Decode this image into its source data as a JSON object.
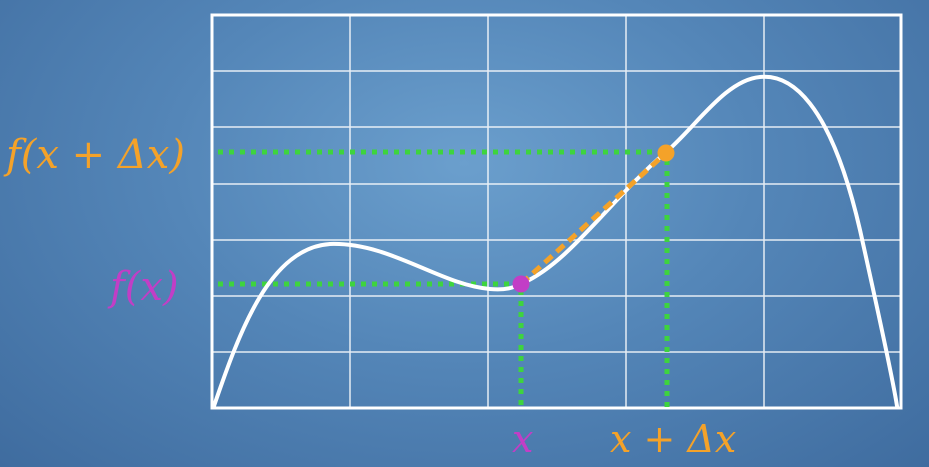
{
  "labels": {
    "f_x": "f(x)",
    "f_x_plus_dx": "f(x + Δx)",
    "x": "x",
    "x_plus_dx": "x + Δx"
  },
  "colors": {
    "background": "#5a8cbf",
    "grid": "#ffffff",
    "curve": "#ffffff",
    "guide_lines": "#3ed43e",
    "point_x": "#c23ec6",
    "point_x_plus_dx": "#f4a229",
    "secant": "#f4a229",
    "label_x": "#c23ec6",
    "label_x_plus_dx": "#f4a229"
  },
  "icons": {
    "point_x": "magenta-dot",
    "point_x_plus_dx": "orange-dot"
  }
}
